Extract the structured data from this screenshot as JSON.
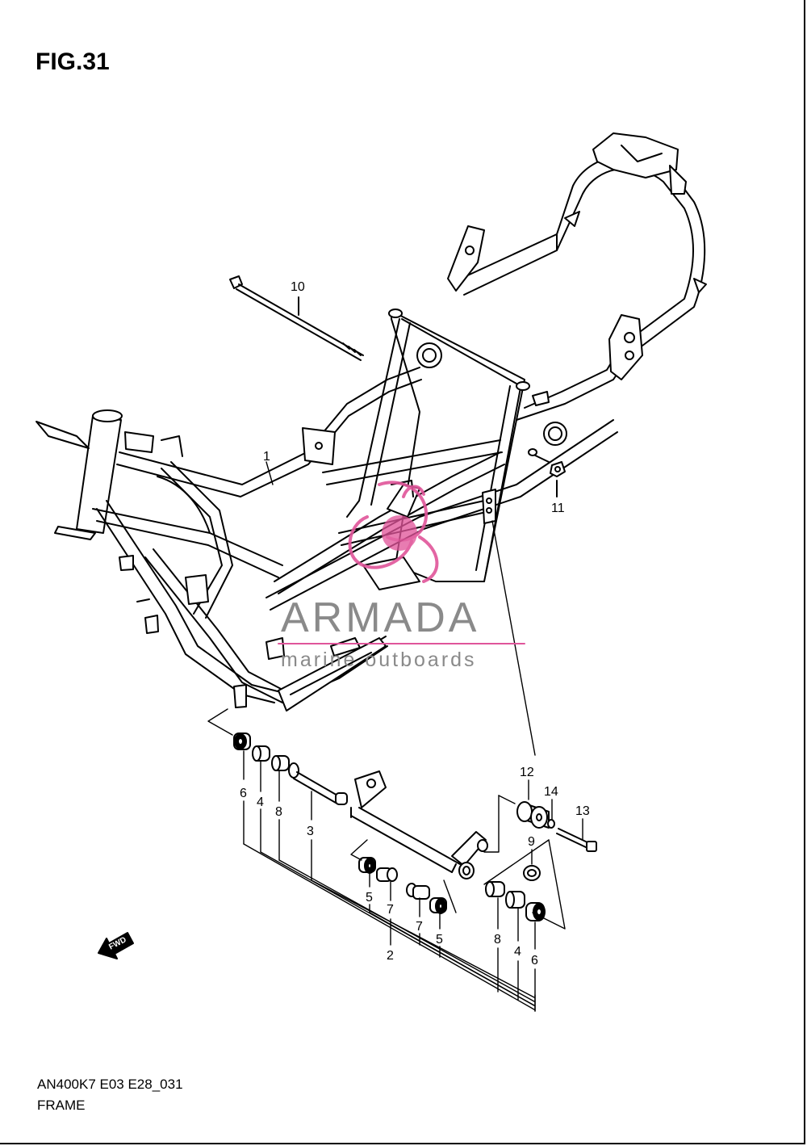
{
  "figure": {
    "title": "FIG.31",
    "code": "AN400K7 E03 E28_031",
    "name": "FRAME"
  },
  "callouts": [
    {
      "id": "1",
      "text": "1"
    },
    {
      "id": "2",
      "text": "2"
    },
    {
      "id": "3",
      "text": "3"
    },
    {
      "id": "4a",
      "text": "4"
    },
    {
      "id": "4b",
      "text": "4"
    },
    {
      "id": "5a",
      "text": "5"
    },
    {
      "id": "5b",
      "text": "5"
    },
    {
      "id": "6a",
      "text": "6"
    },
    {
      "id": "6b",
      "text": "6"
    },
    {
      "id": "7a",
      "text": "7"
    },
    {
      "id": "7b",
      "text": "7"
    },
    {
      "id": "8a",
      "text": "8"
    },
    {
      "id": "8b",
      "text": "8"
    },
    {
      "id": "9",
      "text": "9"
    },
    {
      "id": "10",
      "text": "10"
    },
    {
      "id": "11",
      "text": "11"
    },
    {
      "id": "12",
      "text": "12"
    },
    {
      "id": "13",
      "text": "13"
    },
    {
      "id": "14",
      "text": "14"
    }
  ],
  "fwd_arrow": {
    "text": "FWD"
  },
  "watermark": {
    "brand": "ARMADA",
    "tagline": "marine outboards",
    "logo_color": "#e0559a",
    "text_color": "#8a8a8a"
  }
}
